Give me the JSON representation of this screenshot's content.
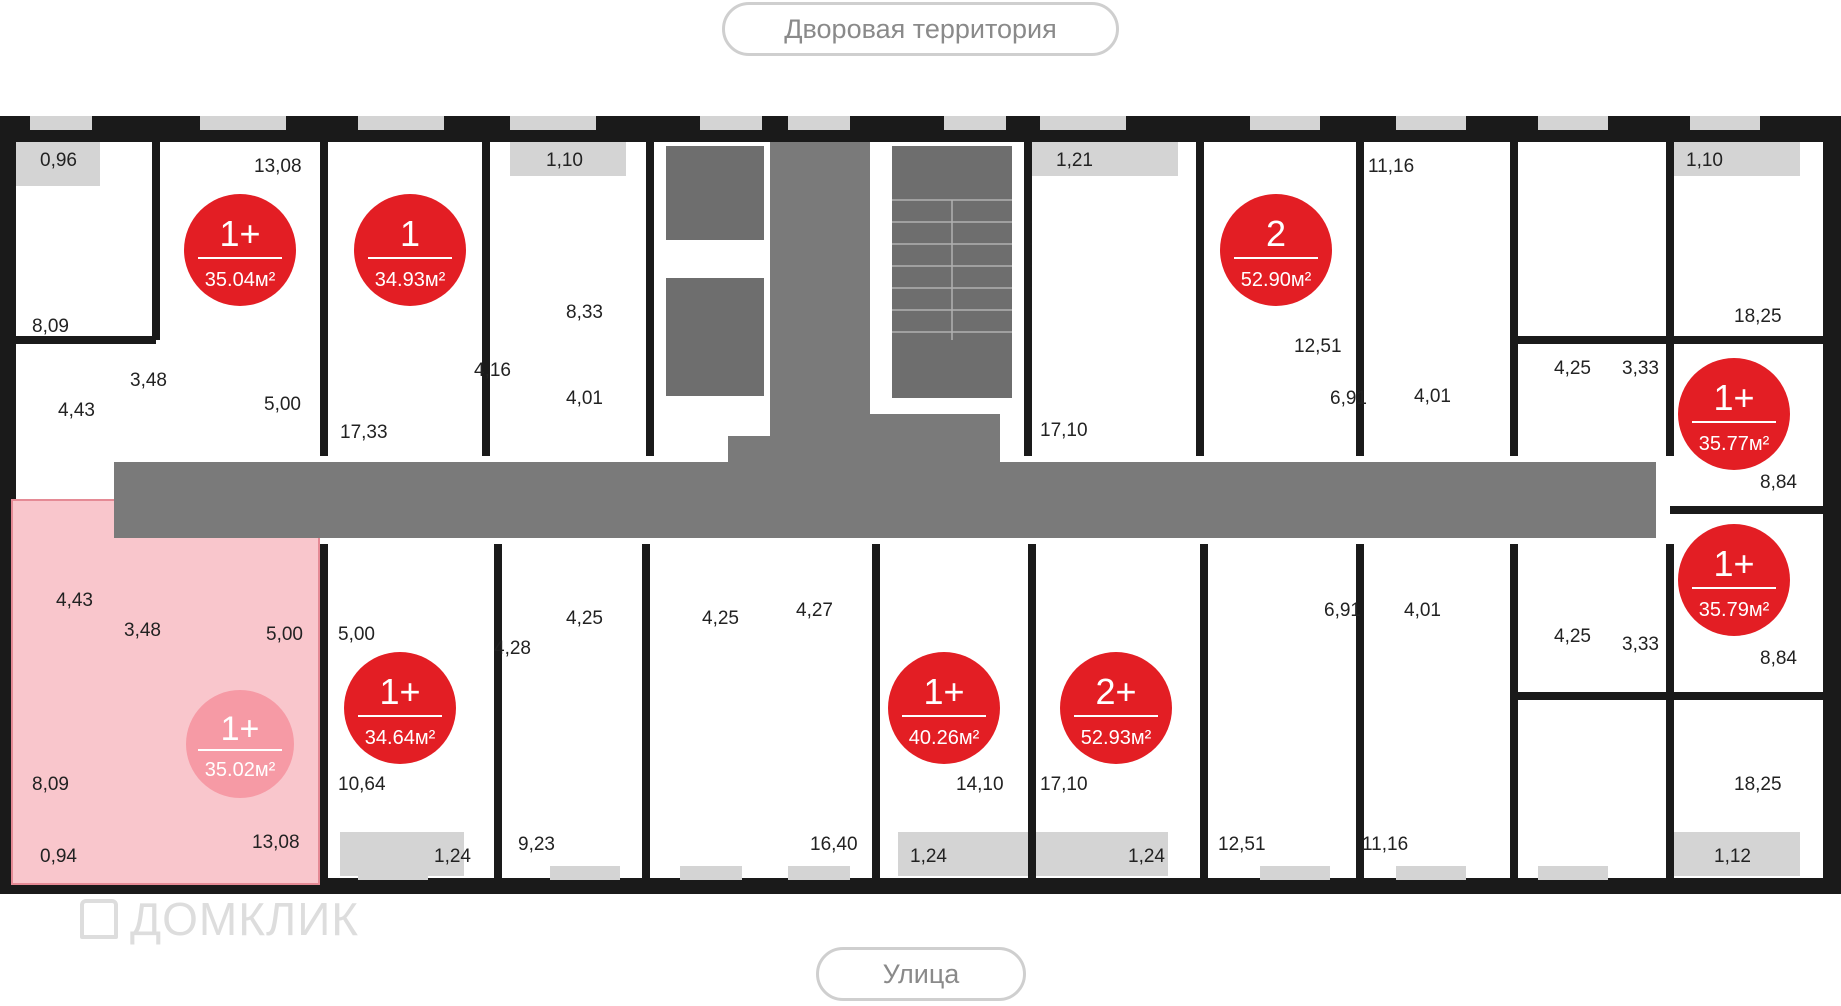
{
  "labels": {
    "courtyard": "Дворовая территория",
    "street": "Улица"
  },
  "watermark": "ДОМКЛИК",
  "colors": {
    "wall": "#1a1a1a",
    "corridor": "#7a7a7a",
    "badge": "#e31e24",
    "highlight": "#f9c6cc",
    "balcony": "#d4d4d4"
  },
  "apartments": [
    {
      "type": "1+",
      "area": "35.04м²"
    },
    {
      "type": "1",
      "area": "34.93м²"
    },
    {
      "type": "2",
      "area": "52.90м²"
    },
    {
      "type": "1+",
      "area": "35.77м²"
    },
    {
      "type": "1+",
      "area": "35.79м²"
    },
    {
      "type": "1+",
      "area": "35.02м²"
    },
    {
      "type": "1+",
      "area": "34.64м²"
    },
    {
      "type": "1+",
      "area": "40.26м²"
    },
    {
      "type": "2+",
      "area": "52.93м²"
    }
  ],
  "room_areas": [
    "0,96",
    "13,08",
    "1,10",
    "1,21",
    "11,16",
    "1,10",
    "8,09",
    "8,33",
    "18,25",
    "3,48",
    "4,16",
    "12,51",
    "4,43",
    "5,00",
    "4,01",
    "4,25",
    "3,33",
    "17,33",
    "6,91",
    "4,01",
    "17,10",
    "8,84",
    "4,43",
    "3,48",
    "5,00",
    "5,00",
    "4,28",
    "4,25",
    "4,25",
    "4,27",
    "6,91",
    "4,01",
    "4,25",
    "3,33",
    "8,84",
    "8,09",
    "10,64",
    "14,10",
    "17,10",
    "18,25",
    "0,94",
    "13,08",
    "1,24",
    "9,23",
    "16,40",
    "1,24",
    "1,24",
    "12,51",
    "11,16",
    "1,12"
  ]
}
